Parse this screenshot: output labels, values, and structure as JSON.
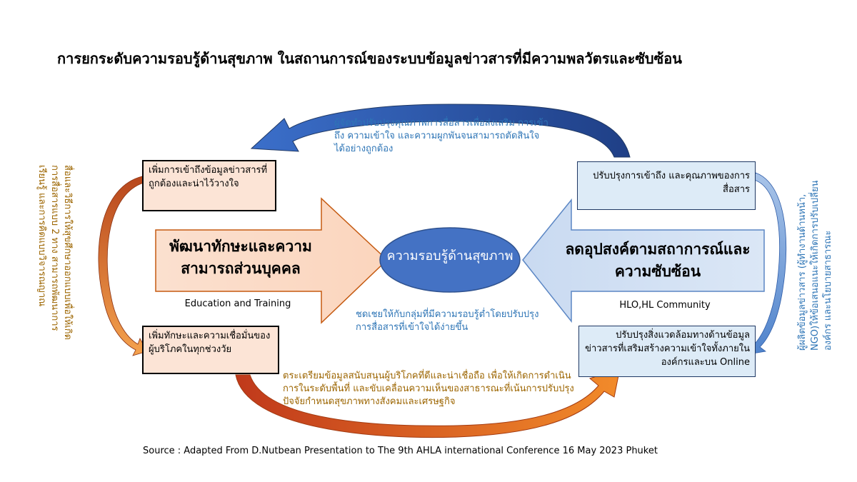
{
  "title": "การยกระดับความรอบรู้ด้านสุขภาพ ในสถานการณ์ของระบบข้อมูลข่าวสารที่มีความพลวัตรและซับซ้อน",
  "boxes": {
    "top_left": "เพิ่มการเข้าถึงข้อมูลข่าวสารที่ถูกต้องและน่าไว้วางใจ",
    "bottom_left": "เพิ่มทักษะและความเชื่อมั่นของผู้บริโภคในทุกช่วงวัย",
    "top_right": "ปรับปรุงการเข้าถึง และคุณภาพของการสื่อสาร",
    "bottom_right": "ปรับปรุงสิ่งแวดล้อมทางด้านข้อมูลข่าวสารที่เสริมสร้างความเข้าใจทั้งภายในองค์กรและบน Online"
  },
  "arrows": {
    "left_label": "พัฒนาทักษะและความสามารถส่วนบุคคล",
    "left_caption": "Education and Training",
    "right_label": "ลดอุปสงค์ตามสถาการณ์และความซับซ้อน",
    "right_caption": "HLO,HL Community"
  },
  "center": "ความรอบรู้ด้านสุขภาพ",
  "notes": {
    "top": "ผู้จัดทำปรับปรุงคุณภาพการสื่อสารเพื่อส่งเสริม การเข้าถึง ความเข้าใจ และความผูกพันจนสามารถตัดสินใจได้อย่างถูกต้อง",
    "middle": "ชดเชยให้กับกลุ่มที่มีความรอบรู้ต่ำโดยปรับปรุงการสื่อสารที่เข้าใจได้ง่ายขึ้น",
    "bottom": "ตระเตรียมข้อมูลสนับสนุนผู้บริโภคที่ดีและน่าเชื่อถือ เพื่อให้เกิดการดำเนินการในระดับพื้นที่ และขับเคลื่อนความเห็นของสาธารณะที่เน้นการปรับปรุงปัจจัยกำหนดสุขภาพทางสังคมและเศรษฐกิจ",
    "left_vertical": "สื่อและวิธีการให้สุขศึกษาออกแบบเพื่อให้เกิดการสื่อสารแบบ 2 ทาง สามารถพัฒนาการเรียนรู้ และการคิดแบบวิจารณญาณ",
    "right_vertical": "ผู้ผลิตข้อมูลข่าวสาร (ผู้ทำงานด้านหน้า, NGO)ให้ข้อเสนอแนะให้เกิดการปรับเปลี่ยนองค์กร และนโยบายสาธารณะ"
  },
  "source": "Source : Adapted From D.Nutbean  Presentation to The 9th AHLA international Conference 16 May 2023 Phuket",
  "colors": {
    "left_box_fill": "#fce4d6",
    "right_box_fill": "#ddebf7",
    "ellipse_fill": "#4472c4",
    "blue_arrow": "#2e5ca8",
    "orange_arrow": "#c55a11",
    "blue_text": "#2e75b6",
    "gold_text": "#9c6500"
  }
}
